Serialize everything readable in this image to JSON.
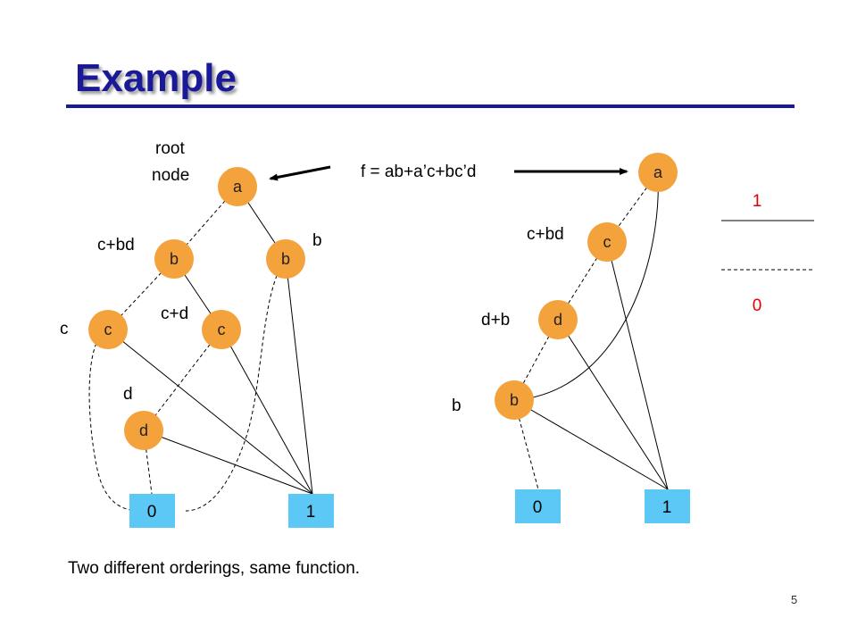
{
  "slide": {
    "title": "Example",
    "caption": "Two different orderings, same function.",
    "page_number": "5"
  },
  "colors": {
    "title": "#1a1a99",
    "node_fill": "#f4a23c",
    "terminal_fill": "#5bc8f5",
    "legend_text": "#e00000"
  },
  "left_bdd": {
    "root_label_line1": "root",
    "root_label_line2": "node",
    "nodes": {
      "a": "a",
      "b1": "b",
      "b2": "b",
      "c1": "c",
      "c2": "c",
      "d": "d"
    },
    "terminals": {
      "zero": "0",
      "one": "1"
    },
    "edge_labels": {
      "c_bd": "c+bd",
      "b": "b",
      "c_d": "c+d",
      "c": "c",
      "d": "d"
    }
  },
  "formula": "f = ab+a’c+bc’d",
  "right_bdd": {
    "nodes": {
      "a": "a",
      "c": "c",
      "d": "d",
      "b": "b"
    },
    "terminals": {
      "zero": "0",
      "one": "1"
    },
    "edge_labels": {
      "c_bd": "c+bd",
      "d_b": "d+b",
      "b": "b"
    }
  },
  "legend": {
    "solid": "1",
    "dashed": "0"
  }
}
